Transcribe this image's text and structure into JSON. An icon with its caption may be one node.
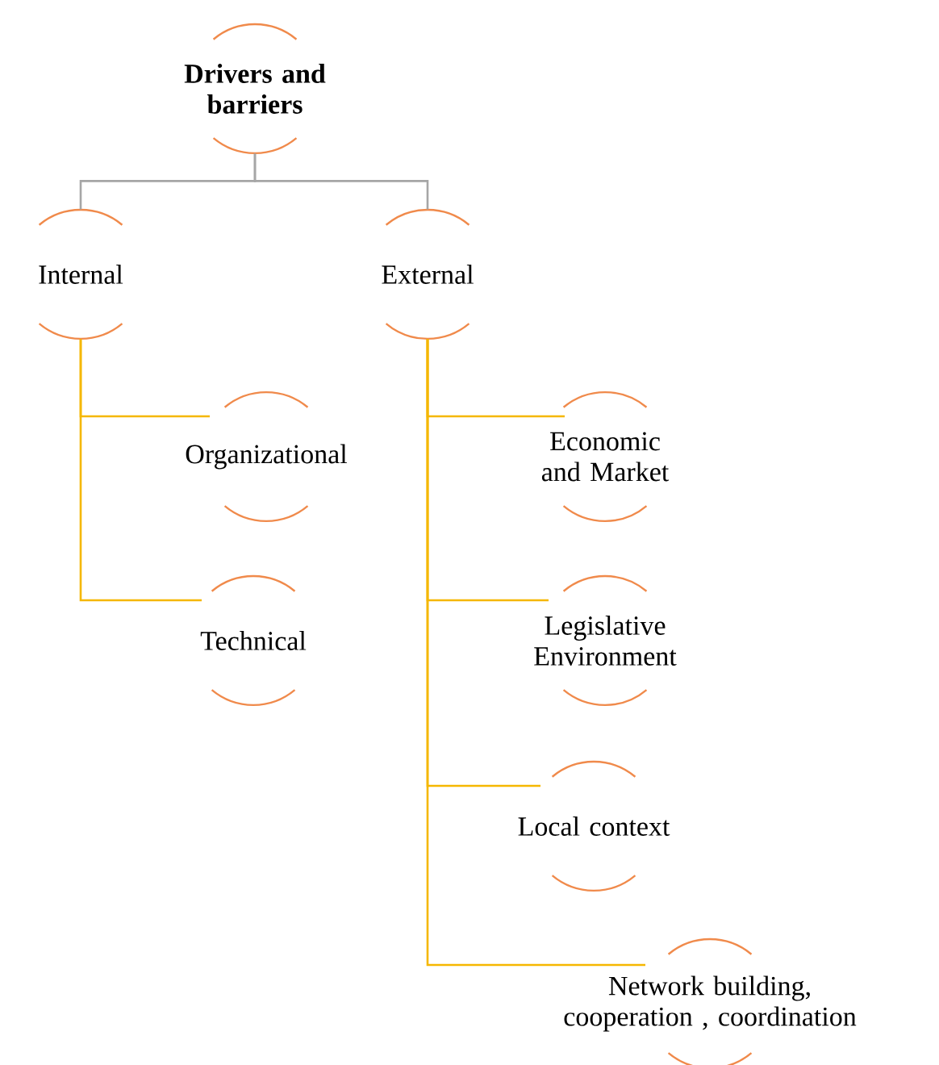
{
  "diagram": {
    "nodes": [
      {
        "text": [
          "Drivers and barriers"
        ]
      },
      {
        "text": [
          "Internal"
        ]
      },
      {
        "text": [
          "External"
        ]
      },
      {
        "text": [
          "Organizational"
        ]
      },
      {
        "text": [
          "Technical"
        ]
      },
      {
        "text": [
          "Economic and Market"
        ]
      },
      {
        "text": [
          "Legislative Environment"
        ]
      },
      {
        "text": [
          "Local context"
        ]
      },
      {
        "text": [
          "Network building, cooperation , coordination"
        ]
      }
    ],
    "edges": [
      {
        "from": 0,
        "to": 1,
        "arrow": "none",
        "color": "#a6a6a6"
      },
      {
        "from": 0,
        "to": 2,
        "arrow": "none",
        "color": "#a6a6a6"
      },
      {
        "from": 1,
        "to": 3,
        "arrow": "none"
      },
      {
        "from": 1,
        "to": 4,
        "arrow": "none"
      },
      {
        "from": 2,
        "to": 5,
        "arrow": "none"
      },
      {
        "from": 2,
        "to": 6,
        "arrow": "none"
      },
      {
        "from": 2,
        "to": 7,
        "arrow": "none"
      },
      {
        "from": 2,
        "to": 8,
        "arrow": "none"
      }
    ]
  }
}
